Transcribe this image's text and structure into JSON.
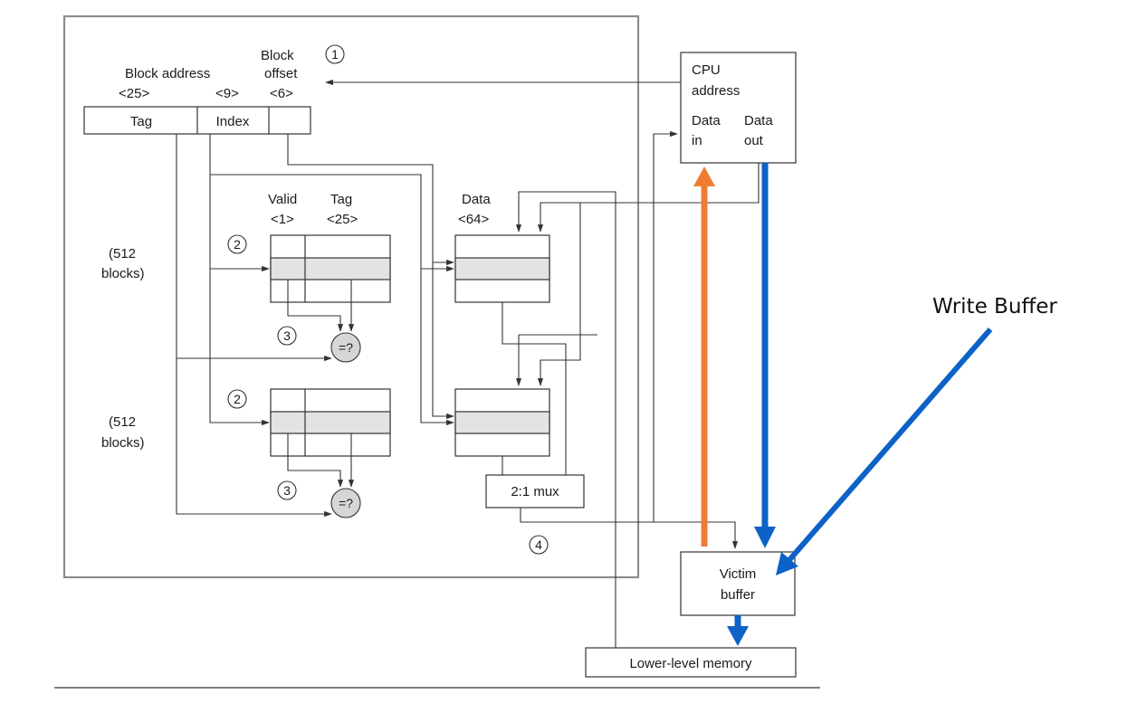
{
  "address": {
    "block_address_label": "Block address",
    "block_label": "Block",
    "offset_label": "offset",
    "tag_width": "<25>",
    "index_width": "<9>",
    "offset_width": "<6>",
    "field_tag": "Tag",
    "field_index": "Index"
  },
  "tag_array": {
    "valid_label": "Valid",
    "valid_width": "<1>",
    "tag_label": "Tag",
    "tag_width": "<25>"
  },
  "data_array": {
    "label": "Data",
    "width": "<64>"
  },
  "blocks": {
    "upper_line1": "(512",
    "upper_line2": "blocks)",
    "lower_line1": "(512",
    "lower_line2": "blocks)"
  },
  "comparators": {
    "label": "=?"
  },
  "mux": {
    "label": "2:1 mux"
  },
  "cpu": {
    "line1": "CPU",
    "line2": "address",
    "data_in_1": "Data",
    "data_in_2": "in",
    "data_out_1": "Data",
    "data_out_2": "out"
  },
  "victim_buffer": {
    "line1": "Victim",
    "line2": "buffer"
  },
  "lower_memory": {
    "label": "Lower-level memory"
  },
  "steps": {
    "s1": "1",
    "s2a": "2",
    "s2b": "2",
    "s3a": "3",
    "s3b": "3",
    "s4": "4"
  },
  "annotation": {
    "label": "Write Buffer"
  },
  "colors": {
    "orange_arrow": "#ee7d33",
    "blue_arrow": "#0d62c8",
    "row_highlight": "#e3e3e3"
  }
}
